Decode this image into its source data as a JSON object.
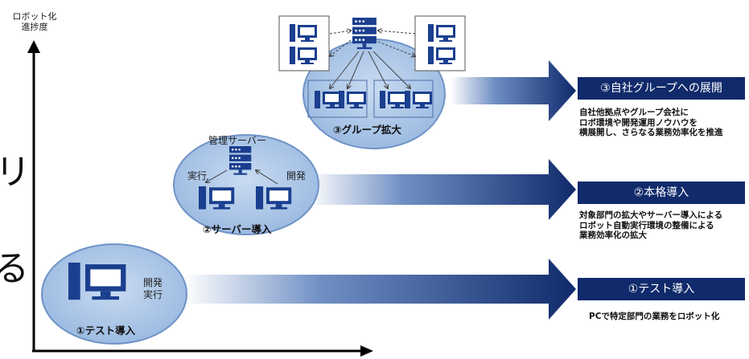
{
  "axis": {
    "y_label_line1": "ロボット化",
    "y_label_line2": "進捗度"
  },
  "edge_glyphs": {
    "top": "リ",
    "bottom": "る"
  },
  "stages": [
    {
      "circle_label": "①テスト導入",
      "pc_labels": {
        "line1": "開発",
        "line2": "実行"
      },
      "box_title": "①テスト導入",
      "description": [
        "PCで特定部門の業務をロボット化"
      ]
    },
    {
      "circle_label": "②サーバー導入",
      "server_label": "管理サーバー",
      "left_label": "実行",
      "right_label": "開発",
      "box_title": "②本格導入",
      "description": [
        "対象部門の拡大やサーバー導入による",
        "ロボット自動実行環境の整備による",
        "業務効率化の拡大"
      ]
    },
    {
      "circle_label": "③グループ拡大",
      "box_title": "③自社グループへの展開",
      "description": [
        "自社他拠点やグループ会社に",
        "ロボ環境や開発運用ノウハウを",
        "横展開し、さらなる業務効率化を推進"
      ]
    }
  ],
  "colors": {
    "navy": "#102a6b",
    "circle_fill": "#a9c4e6",
    "circle_stroke": "#6f93c6",
    "icon": "#1b3f8f"
  }
}
